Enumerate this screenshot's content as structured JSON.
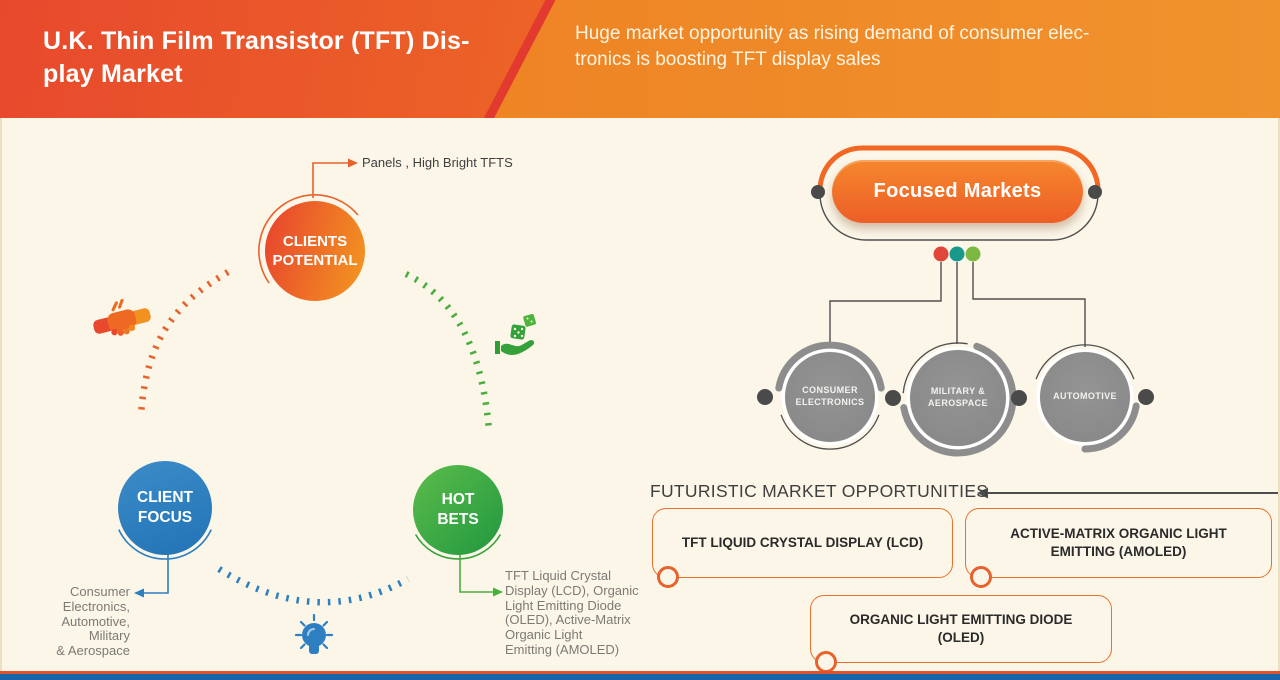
{
  "header": {
    "title_lines": [
      "U.K. Thin Film Transistor (TFT) Dis-",
      "play Market"
    ],
    "subtitle_lines": [
      "Huge market opportunity as rising demand of consumer elec-",
      "tronics is boosting TFT display sales"
    ]
  },
  "quadrant": {
    "clients_potential": {
      "lines": [
        "CLIENTS",
        "POTENTIAL"
      ],
      "callout": "Panels , High Bright TFTS"
    },
    "client_focus": {
      "lines": [
        "CLIENT",
        "FOCUS"
      ],
      "callout_lines": [
        "Consumer",
        "Electronics,",
        "Automotive,",
        "Military",
        "& Aerospace"
      ]
    },
    "hot_bets": {
      "lines": [
        "HOT",
        "BETS"
      ],
      "callout_lines": [
        "TFT Liquid Crystal",
        "Display (LCD), Organic",
        "Light Emitting Diode",
        "(OLED), Active-Matrix",
        "Organic Light",
        "Emitting (AMOLED)"
      ]
    }
  },
  "focused_markets": {
    "label": "Focused Markets",
    "markets": [
      {
        "lines": [
          "CONSUMER",
          "ELECTRONICS"
        ]
      },
      {
        "lines": [
          "MILITARY &",
          "AEROSPACE"
        ]
      },
      {
        "lines": [
          "AUTOMOTIVE"
        ]
      }
    ]
  },
  "opportunities": {
    "heading": "FUTURISTIC MARKET OPPORTUNITIES",
    "boxes": [
      {
        "label": "TFT LIQUID CRYSTAL DISPLAY  (LCD)"
      },
      {
        "label": "ACTIVE-MATRIX ORGANIC LIGHT EMITTING (AMOLED)"
      },
      {
        "label": "ORGANIC LIGHT EMITTING DIODE (OLED)"
      }
    ]
  },
  "icons": {
    "handshake": "handshake-icon",
    "hand_dice": "hand-dice-icon",
    "lightbulb": "lightbulb-icon"
  },
  "colors": {
    "accent_orange": "#e8622c",
    "header_red": "#e7492d",
    "header_orange": "#f0932d",
    "blue": "#2d7fc1",
    "green": "#4aae3c",
    "gray_circle": "#8d8d8d",
    "dot_red": "#e2453a",
    "dot_teal": "#18998c",
    "dot_green": "#7cb842",
    "background_cream": "#fbf6e8",
    "footer_blue": "#1765a8",
    "footer_orange": "#e0532e"
  }
}
